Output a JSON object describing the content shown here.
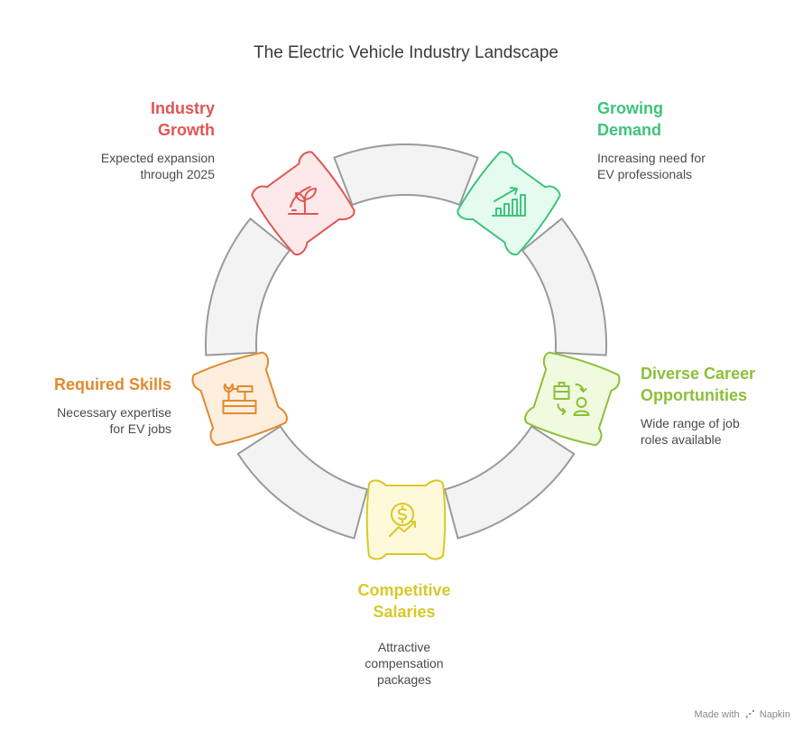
{
  "title": "The Electric Vehicle Industry Landscape",
  "stages": [
    {
      "id": "industry-growth",
      "heading_lines": [
        "Industry",
        "Growth"
      ],
      "description_lines": [
        "Expected expansion",
        "through 2025"
      ],
      "color": "#e05555",
      "fill": "#fde9e9",
      "icon": "seedling-growth-icon"
    },
    {
      "id": "growing-demand",
      "heading_lines": [
        "Growing",
        "Demand"
      ],
      "description_lines": [
        "Increasing need for",
        "EV professionals"
      ],
      "color": "#3cc47c",
      "fill": "#e6fbf0",
      "icon": "bar-chart-up-icon"
    },
    {
      "id": "diverse-career",
      "heading_lines": [
        "Diverse Career",
        "Opportunities"
      ],
      "description_lines": [
        "Wide range of job",
        "roles available"
      ],
      "color": "#8cbf3a",
      "fill": "#f0fadf",
      "icon": "career-switch-icon"
    },
    {
      "id": "competitive-salaries",
      "heading_lines": [
        "Competitive",
        "Salaries"
      ],
      "description_lines": [
        "Attractive",
        "compensation",
        "packages"
      ],
      "color": "#d9c82a",
      "fill": "#fdf9d9",
      "icon": "money-growth-icon"
    },
    {
      "id": "required-skills",
      "heading_lines": [
        "Required Skills"
      ],
      "description_lines": [
        "Necessary expertise",
        "for EV jobs"
      ],
      "color": "#e08a30",
      "fill": "#fdeedd",
      "icon": "toolbox-icon"
    }
  ],
  "footer": {
    "prefix": "Made with",
    "brand": "Napkin"
  }
}
